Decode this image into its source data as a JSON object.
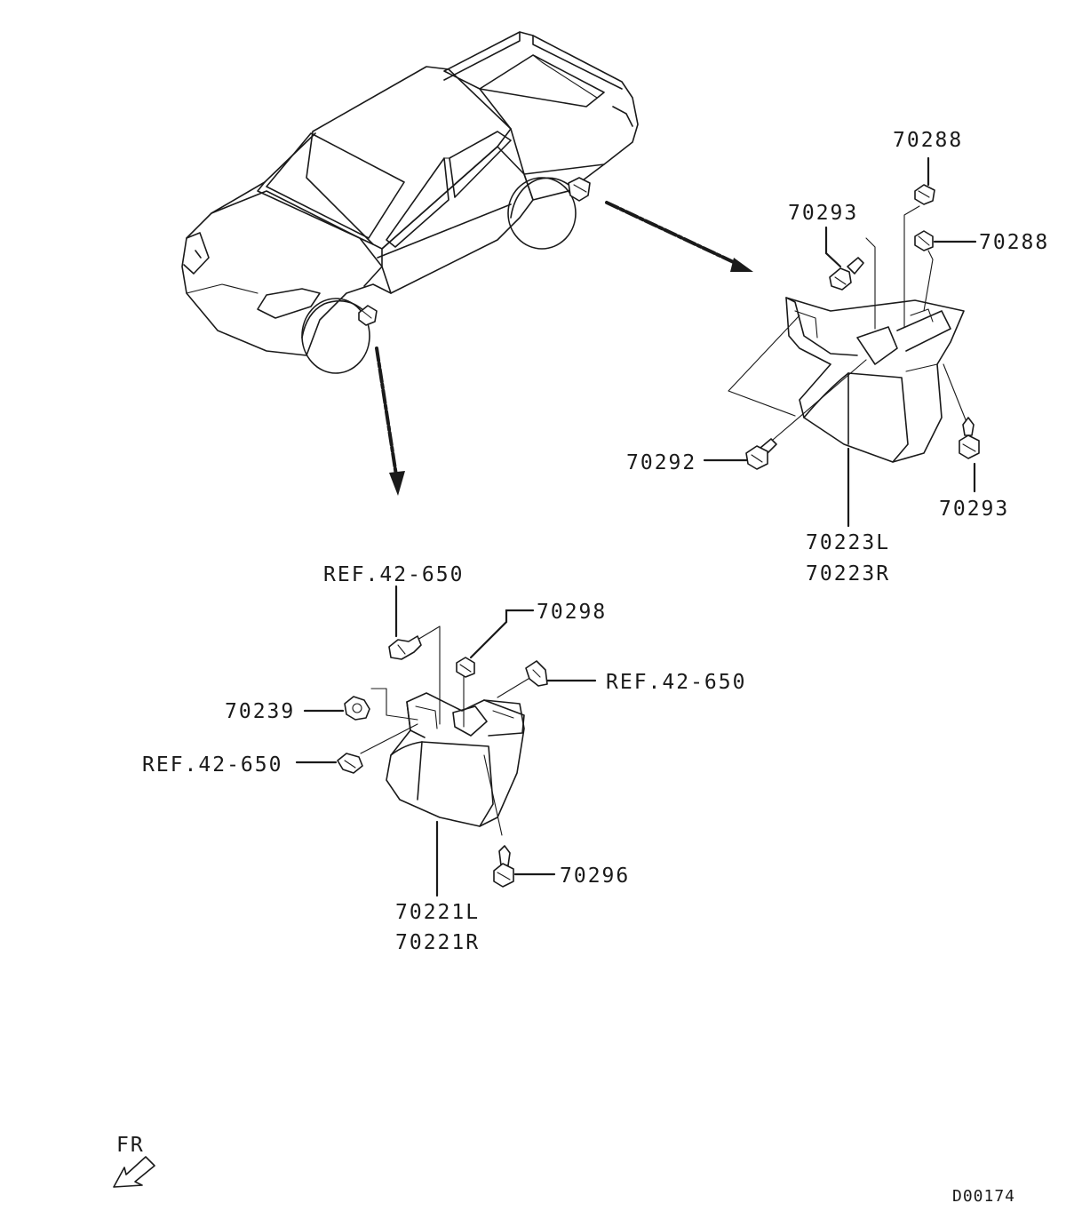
{
  "diagram": {
    "callouts": {
      "rear_upper_clip": "70288",
      "rear_side_clip": "70288",
      "rear_upper_screw": "70293",
      "rear_lower_screw": "70293",
      "rear_bolt": "70292",
      "rear_mudguard_left": "70223L",
      "rear_mudguard_right": "70223R",
      "front_ref_top": "REF.42-650",
      "front_nut": "70298",
      "front_ref_right": "REF.42-650",
      "front_clip": "70239",
      "front_ref_left": "REF.42-650",
      "front_screw": "70296",
      "front_mudguard_left": "70221L",
      "front_mudguard_right": "70221R"
    },
    "orientation_label": "FR",
    "drawing_code": "D00174"
  }
}
